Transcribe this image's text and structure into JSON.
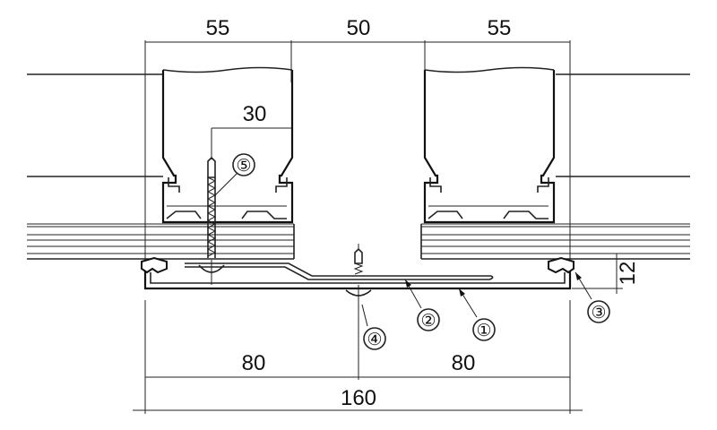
{
  "dimensions": {
    "top_left_width": "55",
    "top_middle_gap": "50",
    "top_right_width": "55",
    "screw_offset": "30",
    "bottom_left_half": "80",
    "bottom_right_half": "80",
    "overall_width": "160",
    "profile_height": "12"
  },
  "callouts": {
    "c1": "①",
    "c2": "②",
    "c3": "③",
    "c4": "④",
    "c5": "⑤"
  }
}
